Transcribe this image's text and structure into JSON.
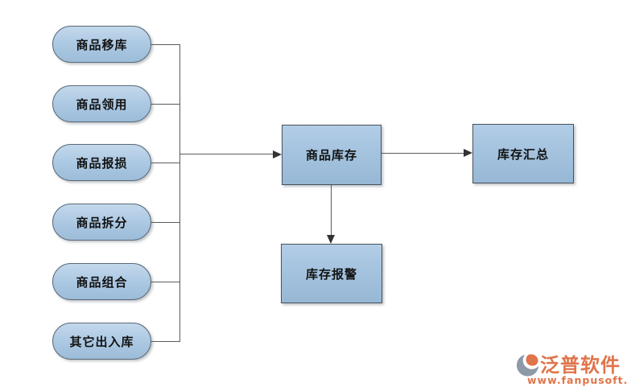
{
  "diagram": {
    "source_nodes": [
      {
        "label": "商品移库"
      },
      {
        "label": "商品领用"
      },
      {
        "label": "商品报损"
      },
      {
        "label": "商品拆分"
      },
      {
        "label": "商品组合"
      },
      {
        "label": "其它出入库"
      }
    ],
    "center_node": {
      "label": "商品库存"
    },
    "right_node": {
      "label": "库存汇总"
    },
    "bottom_node": {
      "label": "库存报警"
    },
    "colors": {
      "pill_fill_top": "#c3d8ec",
      "pill_fill_bottom": "#9cbcd8",
      "pill_border": "#5c6b7a",
      "box_fill_top": "#b3cde6",
      "box_fill_bottom": "#97b8d5",
      "box_border": "#48525c",
      "connector_line": "#5a5a5a",
      "arrowhead": "#333333",
      "node_text": "#121212"
    }
  },
  "watermark": {
    "brand": "泛普软件",
    "url": "www.fanpusoft.com",
    "brand_color": "#e0744a",
    "logo_gray": "#8d99a6",
    "logo_orange": "#e0744a"
  }
}
